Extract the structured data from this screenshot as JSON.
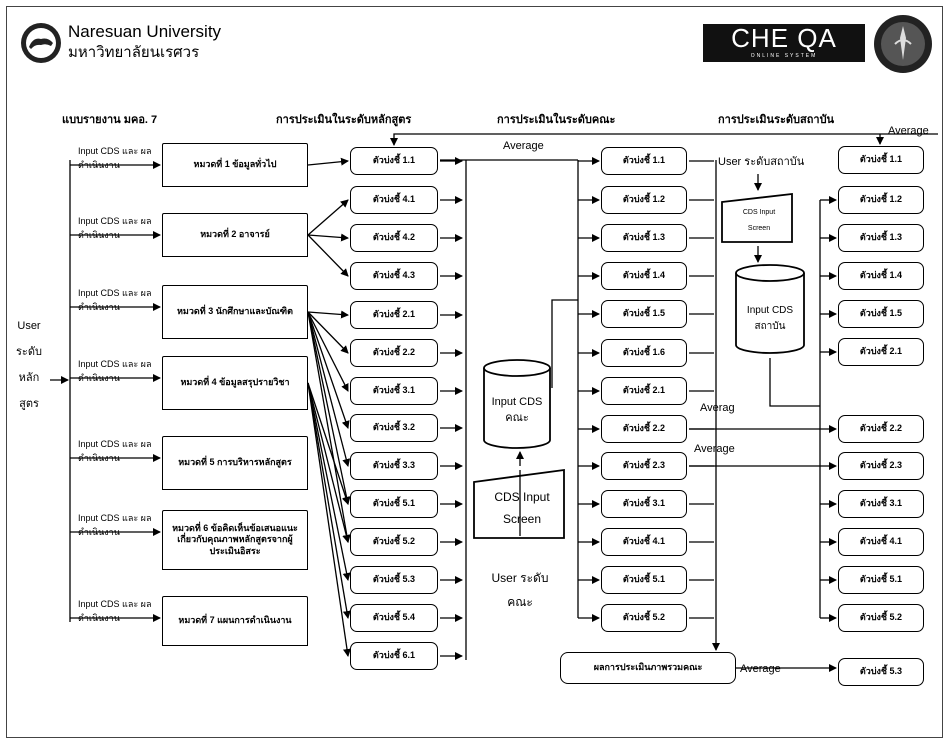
{
  "header": {
    "university_en": "Naresuan University",
    "university_th": "มหาวิทยาลัยนเรศวร",
    "che_logo_text": "CHE QA",
    "che_logo_subtext": "ONLINE SYSTEM"
  },
  "columns": {
    "report": "แบบรายงาน มคอ. 7",
    "program": "การประเมินในระดับหลักสูตร",
    "faculty": "การประเมินในระดับคณะ",
    "institution": "การประเมินระดับสถาบัน"
  },
  "user_program": "User ระดับ หลัก สูตร",
  "input_label": "Input CDS และ ผลดำเนินงาน",
  "documents": [
    "หมวดที่ 1 ข้อมูลทั่วไป",
    "หมวดที่ 2 อาจารย์",
    "หมวดที่ 3 นักศึกษาและบัณฑิต",
    "หมวดที่ 4 ข้อมูลสรุปรายวิชา",
    "หมวดที่ 5 การบริหารหลักสูตร",
    "หมวดที่ 6 ข้อคิดเห็นข้อเสนอแนะเกี่ยวกับคุณภาพหลักสูตรจากผู้ประเมินอิสระ",
    "หมวดที่ 7 แผนการดำเนินงาน"
  ],
  "program_indicators": [
    "ตัวบ่งชี้ 1.1",
    "ตัวบ่งชี้ 4.1",
    "ตัวบ่งชี้ 4.2",
    "ตัวบ่งชี้ 4.3",
    "ตัวบ่งชี้ 2.1",
    "ตัวบ่งชี้ 2.2",
    "ตัวบ่งชี้ 3.1",
    "ตัวบ่งชี้ 3.2",
    "ตัวบ่งชี้ 3.3",
    "ตัวบ่งชี้ 5.1",
    "ตัวบ่งชี้ 5.2",
    "ตัวบ่งชี้ 5.3",
    "ตัวบ่งชี้ 5.4",
    "ตัวบ่งชี้ 6.1"
  ],
  "faculty_indicators": [
    "ตัวบ่งชี้ 1.1",
    "ตัวบ่งชี้ 1.2",
    "ตัวบ่งชี้ 1.3",
    "ตัวบ่งชี้ 1.4",
    "ตัวบ่งชี้ 1.5",
    "ตัวบ่งชี้ 1.6",
    "ตัวบ่งชี้ 2.1",
    "ตัวบ่งชี้ 2.2",
    "ตัวบ่งชี้ 2.3",
    "ตัวบ่งชี้ 3.1",
    "ตัวบ่งชี้ 4.1",
    "ตัวบ่งชี้ 5.1",
    "ตัวบ่งชี้ 5.2"
  ],
  "institution_indicators": [
    "ตัวบ่งชี้ 1.1",
    "ตัวบ่งชี้ 1.2",
    "ตัวบ่งชี้ 1.3",
    "ตัวบ่งชี้ 1.4",
    "ตัวบ่งชี้ 1.5",
    "ตัวบ่งชี้ 2.1",
    "ตัวบ่งชี้ 2.2",
    "ตัวบ่งชี้ 2.3",
    "ตัวบ่งชี้ 3.1",
    "ตัวบ่งชี้ 4.1",
    "ตัวบ่งชี้ 5.1",
    "ตัวบ่งชี้ 5.2",
    "ตัวบ่งชี้ 5.3"
  ],
  "faculty_db": "Input CDS คณะ",
  "faculty_screen": "CDS Input Screen",
  "user_faculty": "User ระดับ คณะ",
  "institution_user": "User ระดับสถาบัน",
  "institution_screen": "CDS Input Screen",
  "institution_db": "Input CDS สถาบัน",
  "faculty_result": "ผลการประเมินภาพรวมคณะ",
  "avg_labels": {
    "top_right": "Average",
    "program_to_faculty": "Average",
    "avg_22": "Averag",
    "avg_23": "Average",
    "avg_53": "Average"
  }
}
